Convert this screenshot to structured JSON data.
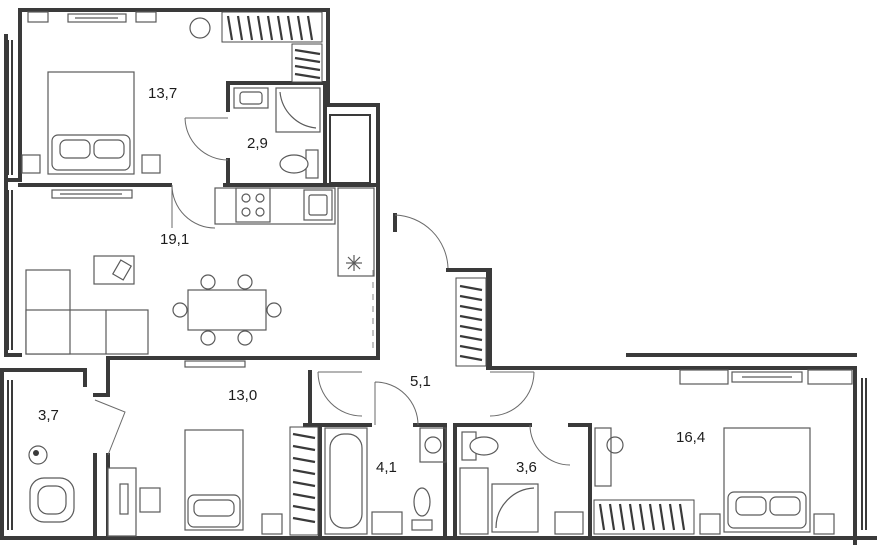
{
  "rooms": [
    {
      "id": "bedroom-1",
      "area": "13,7"
    },
    {
      "id": "bathroom-1",
      "area": "2,9"
    },
    {
      "id": "living-kitchen",
      "area": "19,1"
    },
    {
      "id": "bedroom-2",
      "area": "13,0"
    },
    {
      "id": "storage",
      "area": "3,7"
    },
    {
      "id": "hallway",
      "area": "5,1"
    },
    {
      "id": "bathroom-2",
      "area": "4,1"
    },
    {
      "id": "bathroom-3",
      "area": "3,6"
    },
    {
      "id": "bedroom-3",
      "area": "16,4"
    }
  ],
  "icons": {
    "fridge": "snowflake-icon",
    "stove": "cooktop-icon",
    "sink": "sink-icon",
    "toilet": "toilet-icon",
    "shower": "shower-icon",
    "bathtub": "bathtub-icon",
    "washer": "washing-machine-icon",
    "bed": "double-bed-icon",
    "sofa": "sofa-icon",
    "table": "dining-table-icon"
  },
  "colors": {
    "wall": "#3a3a3a",
    "fixture": "#5a5a5a",
    "background": "#ffffff"
  }
}
